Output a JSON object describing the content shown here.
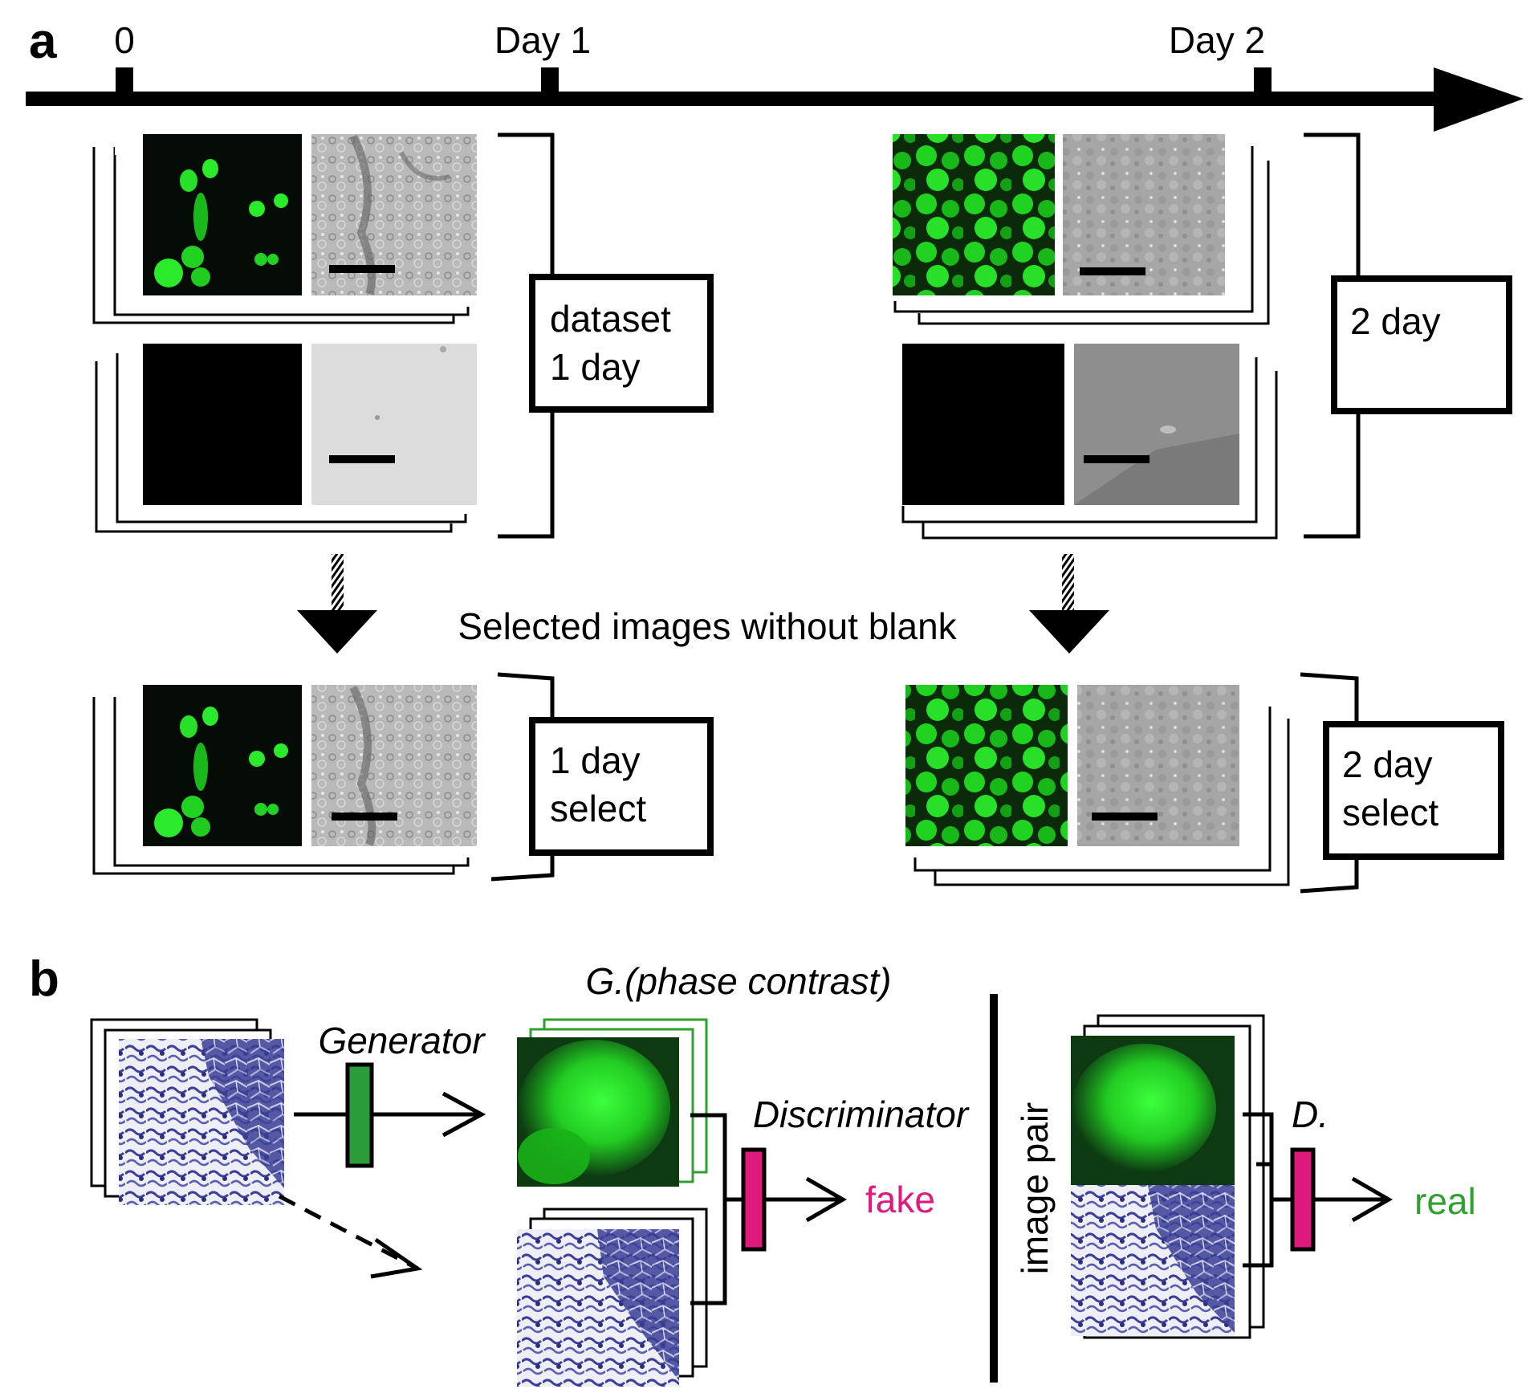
{
  "panel_a": {
    "label": "a",
    "timeline": {
      "t0": "0",
      "day1": "Day 1",
      "day2": "Day 2"
    },
    "box_dataset_1day": [
      "dataset",
      "1 day"
    ],
    "box_2day": "2 day",
    "selection_caption": "Selected images without blank",
    "box_1day_select": [
      "1 day",
      "select"
    ],
    "box_2day_select": [
      "2 day",
      "select"
    ]
  },
  "panel_b": {
    "label": "b",
    "generator": "Generator",
    "generated_title": "G.(phase contrast)",
    "discriminator": "Discriminator",
    "fake": "fake",
    "image_pair": "image pair",
    "d_short": "D.",
    "real": "real"
  },
  "colors": {
    "fluorescence_green": "#22dd22",
    "generator_block": "#2e9b3a",
    "discriminator_block": "#e0197d",
    "fake_text": "#e0197d",
    "real_text": "#2ea12e",
    "phase_blue": "#3b3f9a"
  }
}
